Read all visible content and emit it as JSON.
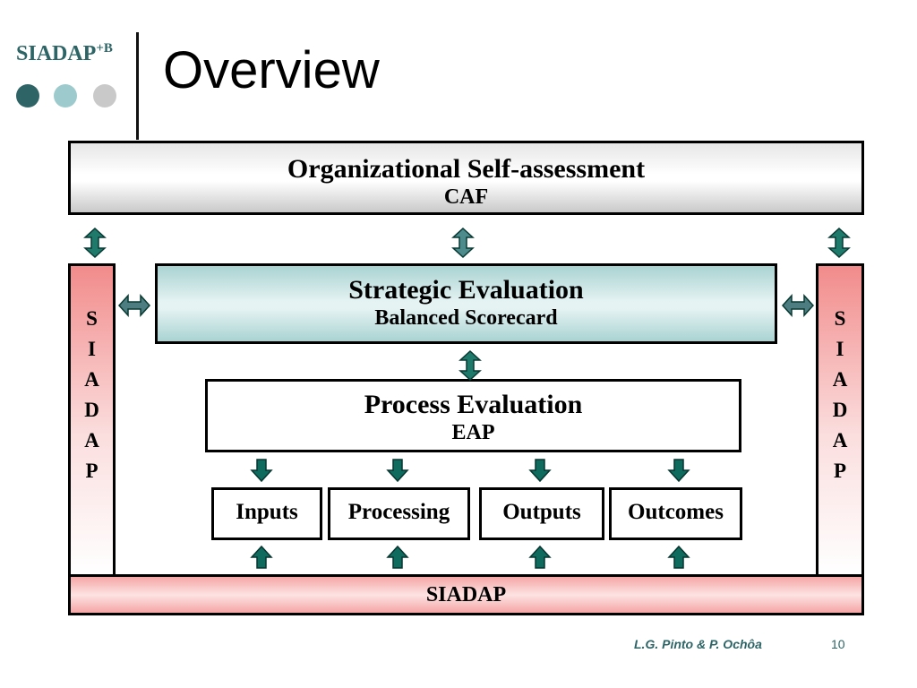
{
  "header": {
    "logo": "SIADAP",
    "logo_sup": "+B",
    "title": "Overview"
  },
  "diagram": {
    "caf": {
      "title": "Organizational Self-assessment",
      "subtitle": "CAF"
    },
    "strategic": {
      "title": "Strategic Evaluation",
      "subtitle": "Balanced Scorecard"
    },
    "process": {
      "title": "Process Evaluation",
      "subtitle": "EAP"
    },
    "siadap_vertical_letters": [
      "S",
      "I",
      "A",
      "D",
      "A",
      "P"
    ],
    "siadap_bottom": "SIADAP",
    "process_items": [
      "Inputs",
      "Processing",
      "Outputs",
      "Outcomes"
    ]
  },
  "footer": {
    "authors": "L.G. Pinto & P. Ochôa",
    "page_number": "10"
  },
  "colors": {
    "accent_dark": "#2e6466",
    "accent_light": "#9dcbcd",
    "accent_grey": "#c9c9c9",
    "arrow_fill": "#0f6b5e",
    "siadap_red": "#f28b8b"
  }
}
